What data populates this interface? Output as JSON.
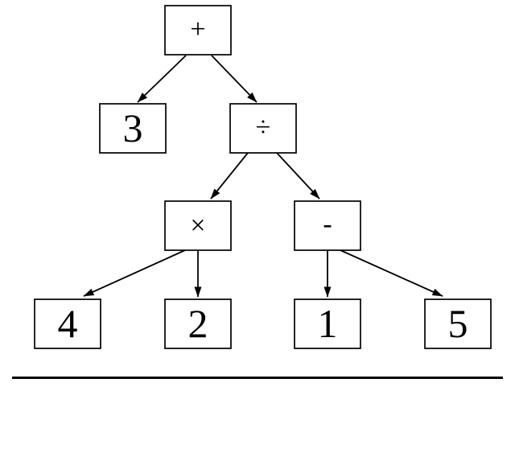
{
  "tree": {
    "nodes": {
      "plus": {
        "label": "+"
      },
      "three": {
        "label": "3"
      },
      "divide": {
        "label": "÷"
      },
      "times": {
        "label": "×"
      },
      "minus": {
        "label": "-"
      },
      "four": {
        "label": "4"
      },
      "two": {
        "label": "2"
      },
      "one": {
        "label": "1"
      },
      "five": {
        "label": "5"
      }
    },
    "edges": [
      {
        "from": "plus",
        "to": "three"
      },
      {
        "from": "plus",
        "to": "divide"
      },
      {
        "from": "divide",
        "to": "times"
      },
      {
        "from": "divide",
        "to": "minus"
      },
      {
        "from": "times",
        "to": "four"
      },
      {
        "from": "times",
        "to": "two"
      },
      {
        "from": "minus",
        "to": "one"
      },
      {
        "from": "minus",
        "to": "five"
      }
    ]
  },
  "colors": {
    "stroke": "#000000",
    "background": "#ffffff"
  }
}
